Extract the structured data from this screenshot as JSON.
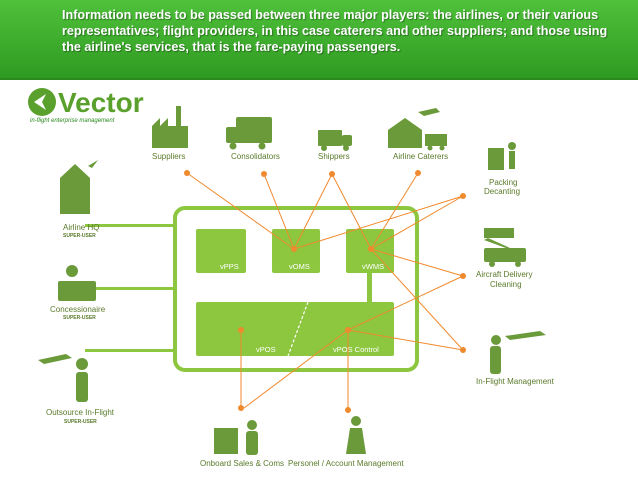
{
  "banner": {
    "text": "Information needs to be passed between three major players: the airlines, or their various representatives; flight providers, in this case caterers and other suppliers; and those using the airline's services, that is the fare-paying passengers."
  },
  "logo": {
    "name": "Vector",
    "tagline": "in-flight enterprise management"
  },
  "top_nodes": [
    "Suppliers",
    "Consolidators",
    "Shippers",
    "Airline Caterers"
  ],
  "left_nodes": [
    {
      "label": "Airline HQ",
      "sub": "SUPER-USER"
    },
    {
      "label": "Concessionaire",
      "sub": "SUPER-USER"
    },
    {
      "label": "Outsource In-Flight",
      "sub": "SUPER-USER"
    }
  ],
  "right_nodes": [
    {
      "line1": "Packing",
      "line2": "Decanting"
    },
    {
      "line1": "Aircraft Delivery",
      "line2": "Cleaning"
    },
    {
      "line1": "In-Flight Management",
      "line2": ""
    }
  ],
  "bottom_nodes": [
    "Onboard Sales & Coms",
    "Personel / Account Management"
  ],
  "modules": {
    "vpps": "vPPS",
    "voms": "vOMS",
    "vwms": "vWMS",
    "vpos": "vPOS",
    "vpos_control": "vPOS Control"
  },
  "colors": {
    "banner": "#3eab2c",
    "platform": "#8dc63f",
    "line": "#f08a2e",
    "text": "#5a7a2a",
    "icon": "#6a9a3a"
  }
}
